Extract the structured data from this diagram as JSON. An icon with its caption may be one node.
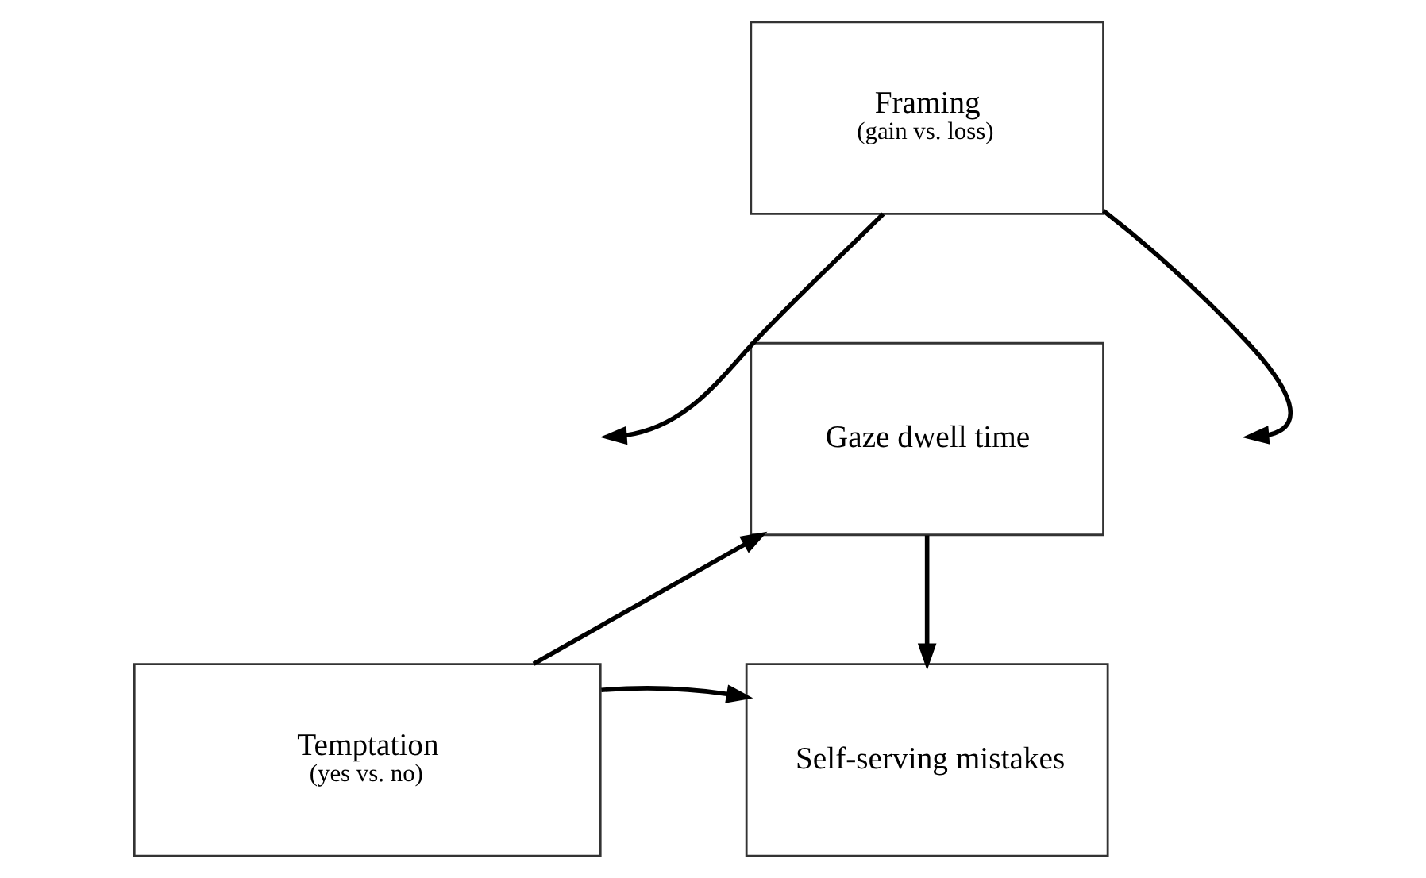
{
  "diagram": {
    "nodes": [
      {
        "text": [
          "Framing",
          "(gain vs. loss)"
        ]
      },
      {
        "text": [
          "Gaze dwell time"
        ]
      },
      {
        "text": [
          "Temptation",
          "(yes vs. no)"
        ]
      },
      {
        "text": [
          "Self-serving mistakes"
        ]
      }
    ],
    "edges": [
      {
        "from": 2,
        "to": 1,
        "arrow": "to"
      },
      {
        "from": 1,
        "to": 3,
        "arrow": "to"
      },
      {
        "from": 2,
        "to": 3,
        "arrow": "to"
      },
      {
        "from": 0,
        "to": null,
        "arrow": "to"
      },
      {
        "from": 0,
        "to": null,
        "arrow": "to"
      }
    ]
  }
}
